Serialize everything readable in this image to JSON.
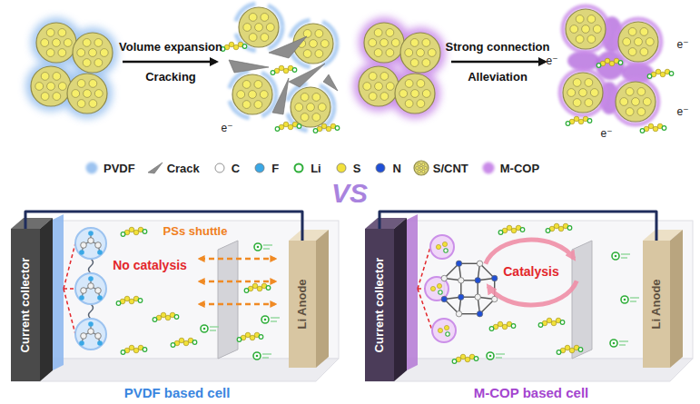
{
  "diagram": {
    "nodes": [
      {
        "text": [
          "Current collector"
        ]
      },
      {
        "text": [
          "Li Anode"
        ]
      },
      {
        "text": [
          "Current collector"
        ]
      },
      {
        "text": [
          "Li Anode"
        ]
      }
    ],
    "edges": [
      {
        "from": 0,
        "to": 1,
        "arrow": "none"
      },
      {
        "from": 2,
        "to": 3,
        "arrow": "none"
      }
    ],
    "labels": [
      "Volume expansion",
      "Cracking",
      "e⁻",
      "Strong connection",
      "Alleviation",
      "e⁻",
      "e⁻",
      "e⁻",
      "e⁻",
      "VS",
      "No catalysis",
      "PSs shuttle",
      "Catalysis",
      "PVDF based cell",
      "M-COP based cell"
    ],
    "legend": [
      {
        "text": "PVDF",
        "color": "#9cc3f0"
      },
      {
        "text": "Crack"
      },
      {
        "text": "C",
        "color": "#ffffff"
      },
      {
        "text": "F",
        "color": "#3aa8e6"
      },
      {
        "text": "Li",
        "color": "#2fae3a"
      },
      {
        "text": "S",
        "color": "#f2e13a"
      },
      {
        "text": "N",
        "color": "#1f4fd6"
      },
      {
        "text": "S/CNT"
      },
      {
        "text": "M-COP",
        "color": "#c98ae8"
      }
    ]
  }
}
